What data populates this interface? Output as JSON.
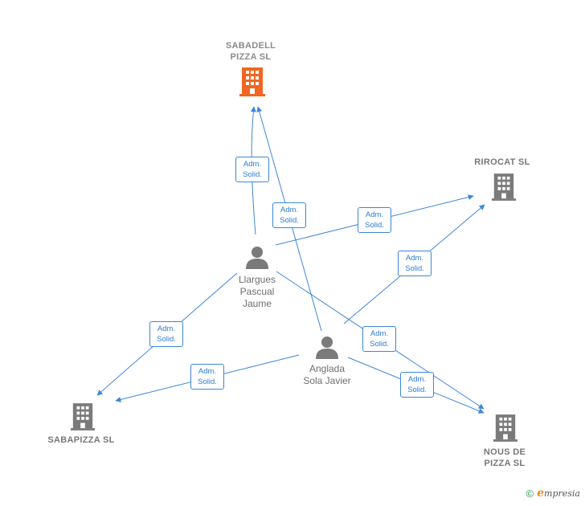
{
  "nodes": {
    "sabadell": {
      "label": "SABADELL\nPIZZA  SL",
      "color": "#f26522"
    },
    "rirocat": {
      "label": "RIROCAT  SL",
      "color": "#7a7a7a"
    },
    "sabapizza": {
      "label": "SABAPIZZA  SL",
      "color": "#7a7a7a"
    },
    "nous": {
      "label": "NOUS DE\nPIZZA SL",
      "color": "#7a7a7a"
    },
    "llargues": {
      "label": "Llargues\nPascual\nJaume"
    },
    "anglada": {
      "label": "Anglada\nSola Javier"
    }
  },
  "edges": [
    {
      "from": "llargues",
      "to": "sabadell",
      "line1": "Adm.",
      "line2": "Solid."
    },
    {
      "from": "anglada",
      "to": "sabadell",
      "line1": "Adm.",
      "line2": "Solid."
    },
    {
      "from": "llargues",
      "to": "rirocat",
      "line1": "Adm.",
      "line2": "Solid."
    },
    {
      "from": "anglada",
      "to": "rirocat",
      "line1": "Adm.",
      "line2": "Solid."
    },
    {
      "from": "llargues",
      "to": "sabapizza",
      "line1": "Adm.",
      "line2": "Solid."
    },
    {
      "from": "anglada",
      "to": "sabapizza",
      "line1": "Adm.",
      "line2": "Solid."
    },
    {
      "from": "llargues",
      "to": "nous",
      "line1": "Adm.",
      "line2": "Solid."
    },
    {
      "from": "anglada",
      "to": "nous",
      "line1": "Adm.",
      "line2": "Solid."
    }
  ],
  "colors": {
    "edge": "#3c87d8",
    "person": "#7a7a7a"
  },
  "footer": {
    "copyright": "©",
    "brand_initial": "e",
    "brand_rest": "mpresia"
  }
}
